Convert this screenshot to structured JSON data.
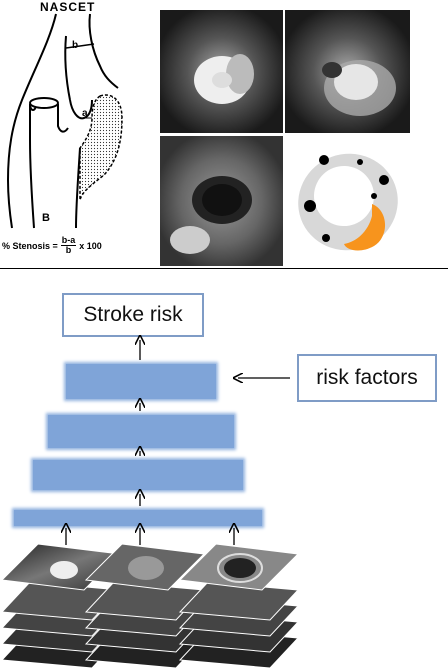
{
  "nascet": {
    "title": "NASCET",
    "label_a": "a",
    "label_b": "b",
    "label_B": "B",
    "formula_prefix": "% Stenosis =",
    "formula_num": "b-a",
    "formula_den": "b",
    "formula_suffix": "x 100"
  },
  "diagram": {
    "top_box": "Stroke risk",
    "side_box": "risk factors"
  },
  "colors": {
    "box_border": "#7f9cc6",
    "bar_fill": "#7fa4d8",
    "plaque_orange": "#f7941d",
    "vessel_gray": "#d8d8d8"
  }
}
